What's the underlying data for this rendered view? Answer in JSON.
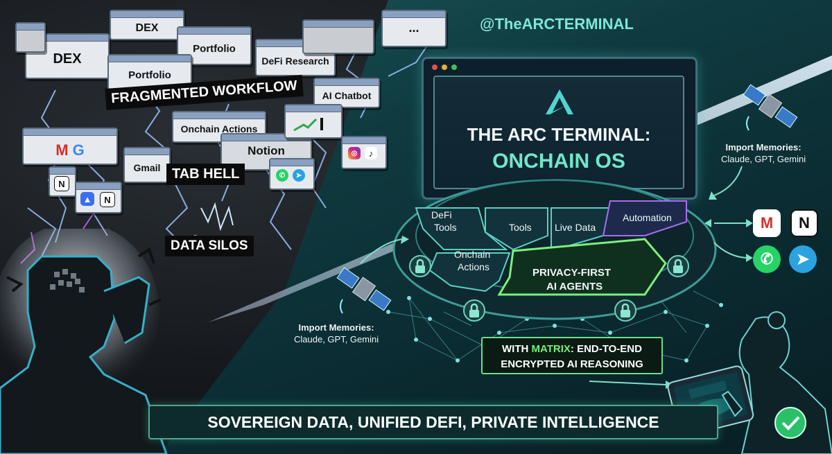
{
  "handle": "@TheARCTERMINAL",
  "left_panel": {
    "windows": [
      {
        "label": "DEX"
      },
      {
        "label": "DEX"
      },
      {
        "label": "Portfolio"
      },
      {
        "label": "Portfolio"
      },
      {
        "label": "DeFi Research"
      },
      {
        "label": "AI Chatbot"
      },
      {
        "label": "Onchain Actions"
      },
      {
        "label": "Notion"
      },
      {
        "label": "Gmail"
      },
      {
        "label": "..."
      }
    ],
    "labels": {
      "fragmented": "FRAGMENTED WORKFLOW",
      "tab_hell": "TAB HELL",
      "data_silos": "DATA SILOS"
    }
  },
  "terminal": {
    "title_line1": "THE ARC TERMINAL:",
    "title_line2": "ONCHAIN OS",
    "dial": {
      "defi_tools_1": "DeFi",
      "defi_tools_2": "Tools",
      "tools": "Tools",
      "live_data": "Live Data",
      "automation": "Automation",
      "onchain_1": "Onchain",
      "onchain_2": "Actions",
      "privacy_1": "PRIVACY-FIRST",
      "privacy_2": "AI AGENTS"
    }
  },
  "import_memories_left": {
    "title": "Import Memories:",
    "sources": "Claude, GPT, Gemini"
  },
  "import_memories_right": {
    "title": "Import Memories:",
    "sources": "Claude, GPT, Gemini"
  },
  "matrix_box": {
    "prefix": "WITH ",
    "highlight": "MATRIX",
    "line1_rest": ": END-TO-END",
    "line2": "ENCRYPTED AI REASONING"
  },
  "bottom_banner": "SOVEREIGN DATA, UNIFIED DEFI, PRIVATE INTELLIGENCE",
  "colors": {
    "accent": "#6fe8c9",
    "matrix_green": "#72f07a",
    "panel_border": "#4fa78f"
  },
  "icons": [
    "gmail-icon",
    "notion-icon",
    "whatsapp-icon",
    "telegram-icon",
    "satellite-icon",
    "lock-icon",
    "arc-logo-icon",
    "check-badge-icon"
  ]
}
